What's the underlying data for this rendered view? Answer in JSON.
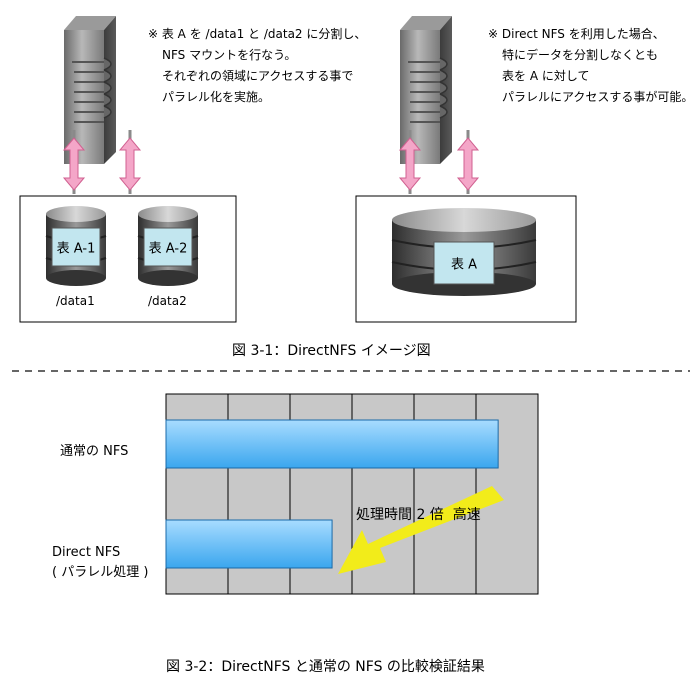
{
  "figure1": {
    "left_note": [
      "※ 表 A を /data1 と /data2 に分割し、",
      "NFS マウントを行なう。",
      "それぞれの領域にアクセスする事で",
      "パラレル化を実施。"
    ],
    "right_note": [
      "※ Direct NFS を利用した場合、",
      "特にデータを分割しなくとも",
      "表を A に対して",
      "パラレルにアクセスする事が可能。"
    ],
    "left_disks": [
      {
        "label": "表 A-1",
        "dir": "/data1"
      },
      {
        "label": "表 A-2",
        "dir": "/data2"
      }
    ],
    "right_disk_label": "表 A",
    "caption": "図 3-1：DirectNFS イメージ図"
  },
  "chart_data": {
    "type": "bar",
    "orientation": "horizontal",
    "categories": [
      "通常の NFS",
      "Direct NFS（パラレル処理）"
    ],
    "category_labels": [
      [
        "通常の NFS"
      ],
      [
        "Direct NFS",
        "( パラレル処理 )"
      ]
    ],
    "values": [
      100,
      50
    ],
    "xlim": [
      0,
      112
    ],
    "grid": true,
    "annotation": "処理時間 2 倍  高速",
    "caption": "図 3-2：DirectNFS と通常の NFS の比較検証結果"
  },
  "colors": {
    "bar_top": "#a8dcff",
    "bar_bottom": "#3aa6ee",
    "chart_bg": "#c8c8c8",
    "arrow_pink": "#f4a6c8",
    "arrow_yellow": "#f2ec1a",
    "disk_label_bg": "#c2e6ef"
  }
}
